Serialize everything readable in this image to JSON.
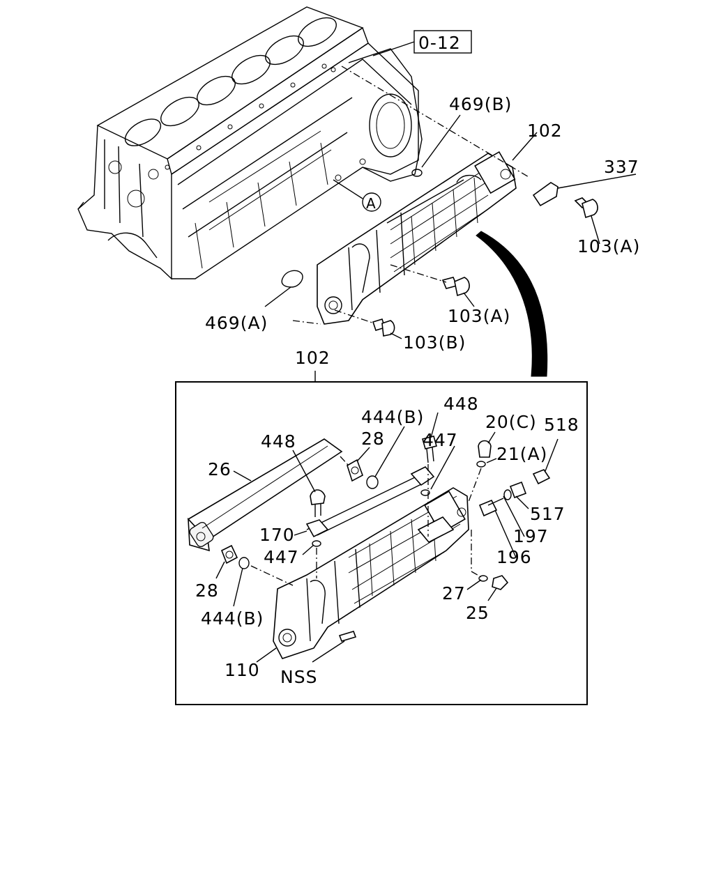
{
  "ref_box": "0-12",
  "circle_ref": "A",
  "top_labels": {
    "l469b": "469(B)",
    "l102": "102",
    "l337": "337",
    "l103a_right": "103(A)",
    "l103a_mid": "103(A)",
    "l469a": "469(A)",
    "l103b": "103(B)"
  },
  "detail_title": "102",
  "detail_labels": {
    "l448_top": "448",
    "l444b_top": "444(B)",
    "l20c": "20(C)",
    "l518": "518",
    "l448_left": "448",
    "l28_top": "28",
    "l447_top": "447",
    "l21a": "21(A)",
    "l26": "26",
    "l517": "517",
    "l170": "170",
    "l197": "197",
    "l447_left": "447",
    "l196": "196",
    "l28_left": "28",
    "l27": "27",
    "l444b_left": "444(B)",
    "l25": "25",
    "l110": "110",
    "lnss": "NSS"
  }
}
